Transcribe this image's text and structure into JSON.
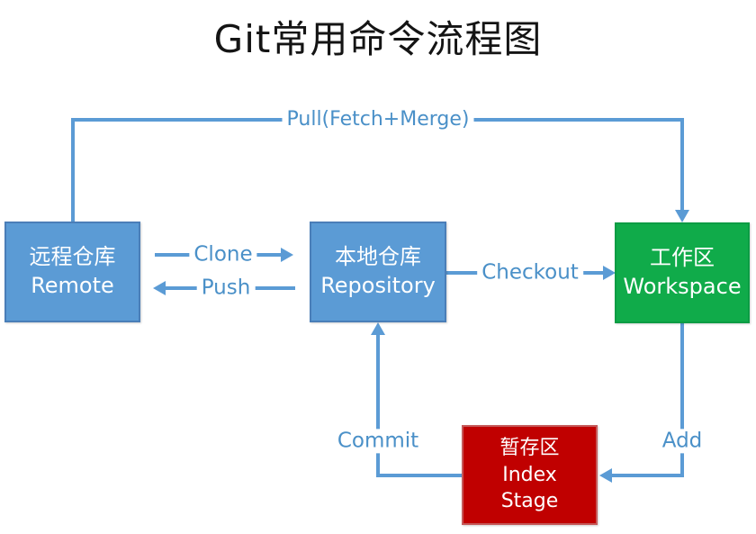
{
  "title": "Git常用命令流程图",
  "colors": {
    "title_text": "#141414",
    "line": "#5b9bd5",
    "label": "#4a90c8",
    "node_blue": "#5b9bd5",
    "node_blue_border": "#4a7eb8",
    "node_green": "#10ab4a",
    "node_green_border": "#0c9c44",
    "node_red": "#c00000",
    "node_red_border": "#c55a5a"
  },
  "nodes": {
    "remote": {
      "line1": "远程仓库",
      "line2": "Remote"
    },
    "repository": {
      "line1": "本地仓库",
      "line2": "Repository"
    },
    "workspace": {
      "line1": "工作区",
      "line2": "Workspace"
    },
    "index": {
      "line1": "暂存区",
      "line2": "Index",
      "line3": "Stage"
    }
  },
  "edges": {
    "pull": {
      "label": "Pull(Fetch+Merge)",
      "from": "remote",
      "to": "workspace"
    },
    "clone": {
      "label": "Clone",
      "from": "remote",
      "to": "repository"
    },
    "push": {
      "label": "Push",
      "from": "repository",
      "to": "remote"
    },
    "checkout": {
      "label": "Checkout",
      "from": "repository",
      "to": "workspace"
    },
    "commit": {
      "label": "Commit",
      "from": "index",
      "to": "repository"
    },
    "add": {
      "label": "Add",
      "from": "workspace",
      "to": "index"
    }
  }
}
